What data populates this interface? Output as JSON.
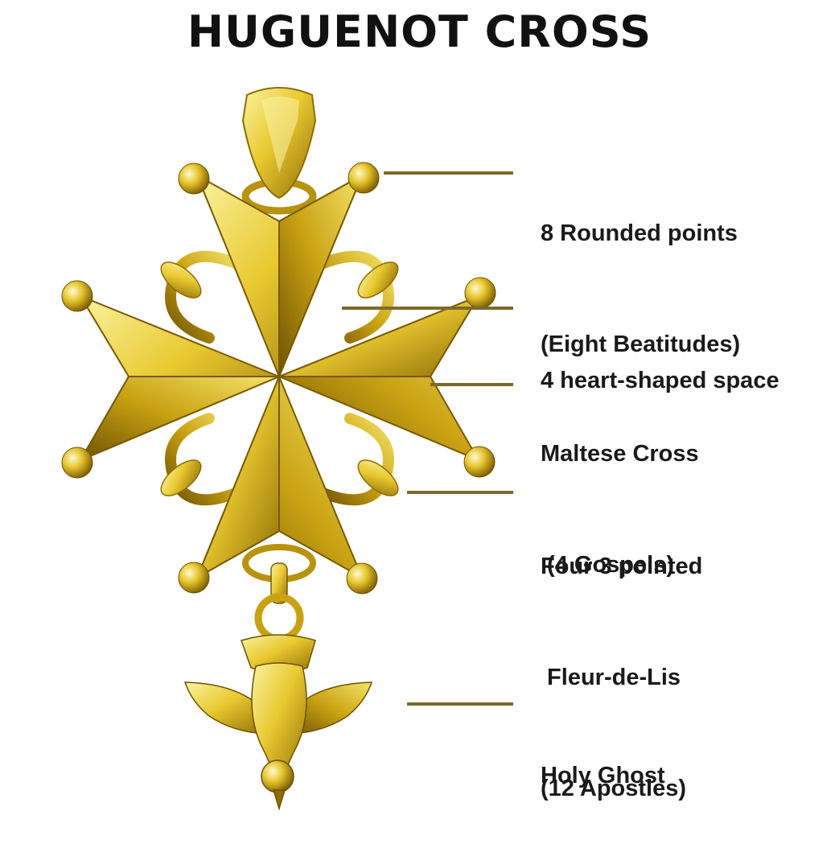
{
  "title": "HUGUENOT CROSS",
  "colors": {
    "gold_light": "#f7ec8a",
    "gold_mid": "#e2c12c",
    "gold_dark": "#8f6d05",
    "leader": "#7b6a2a",
    "text": "#1a1a1a"
  },
  "labels": [
    {
      "lines": [
        "8 Rounded points",
        "(Eight Beatitudes)"
      ]
    },
    {
      "lines": [
        "4 heart-shaped space"
      ]
    },
    {
      "lines": [
        "Maltese Cross",
        " (4 Gospels)"
      ]
    },
    {
      "lines": [
        "Four 3 pointed",
        " Fleur-de-Lis",
        "(12 Apostles)"
      ]
    },
    {
      "lines": [
        "Holy Ghost"
      ]
    }
  ]
}
